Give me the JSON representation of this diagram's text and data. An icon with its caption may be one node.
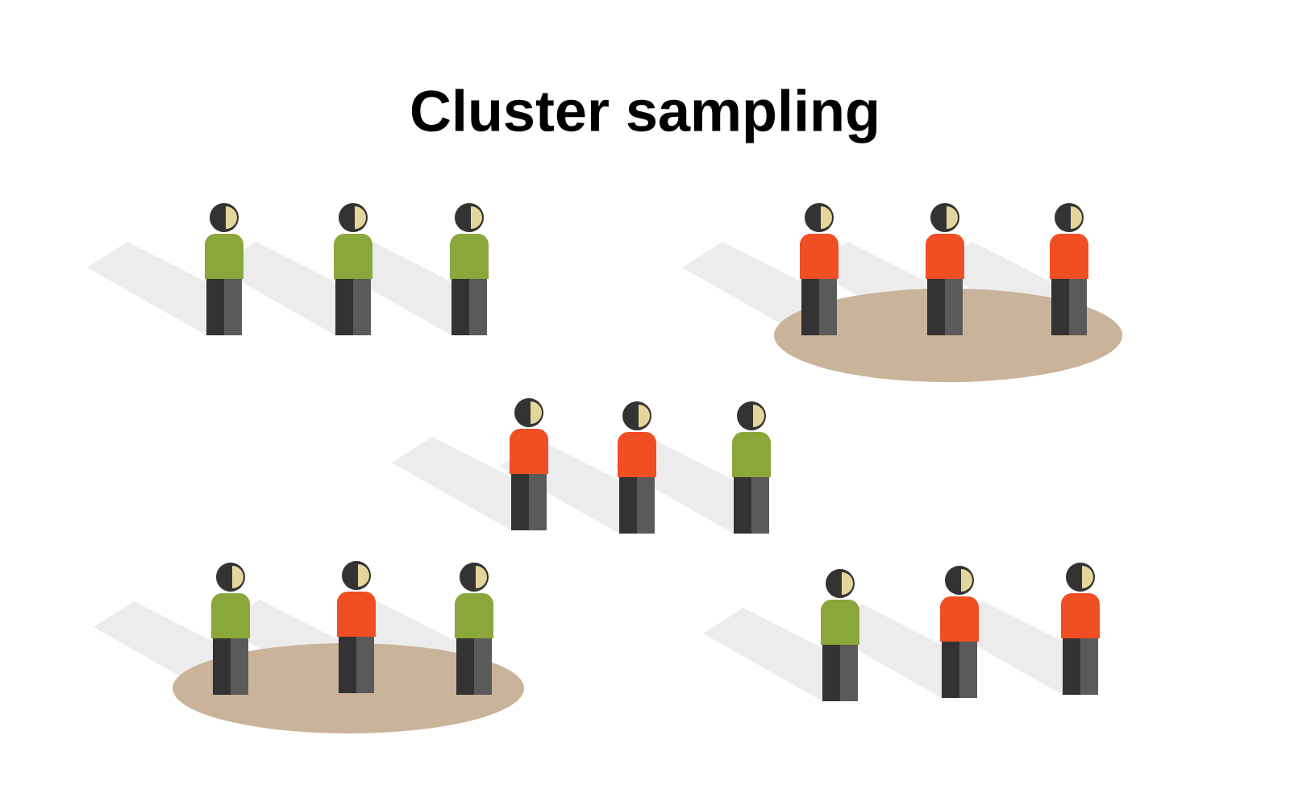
{
  "diagram": {
    "title": "Cluster sampling",
    "nodes": [
      {
        "text": [],
        "shape": "ellipse"
      },
      {
        "text": [],
        "shape": "ellipse"
      }
    ]
  }
}
